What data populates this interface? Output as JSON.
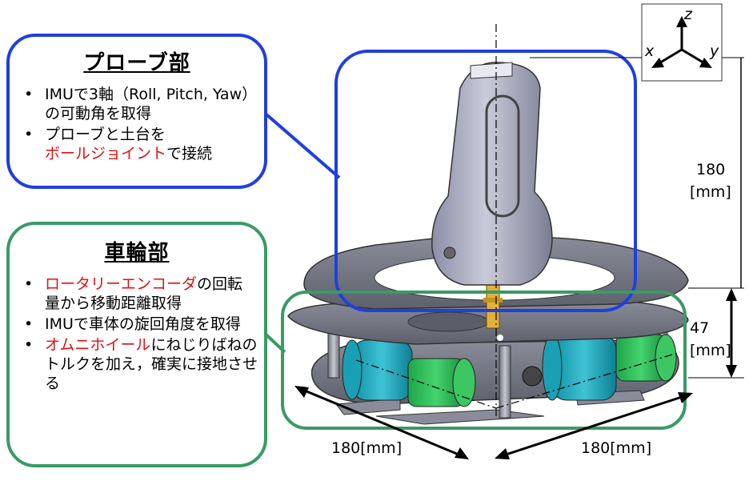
{
  "probe": {
    "title": "プローブ部",
    "bullets": [
      {
        "segments": [
          {
            "text": "IMUで3軸（Roll, Pitch, Yaw）の可動角を取得",
            "red": false
          }
        ]
      },
      {
        "segments": [
          {
            "text": "プローブと土台を",
            "red": false
          },
          {
            "text": "ボールジョイント",
            "red": true
          },
          {
            "text": "で接続",
            "red": false
          }
        ]
      }
    ]
  },
  "wheel": {
    "title": "車輪部",
    "bullets": [
      {
        "segments": [
          {
            "text": "ロータリーエンコーダ",
            "red": true
          },
          {
            "text": "の回転量から移動距離取得",
            "red": false
          }
        ]
      },
      {
        "segments": [
          {
            "text": "IMUで車体の旋回角度を取得",
            "red": false
          }
        ]
      },
      {
        "segments": [
          {
            "text": "オムニホイール",
            "red": true
          },
          {
            "text": "にねじりばねのトルクを加え，確実に接地させる",
            "red": false
          }
        ]
      }
    ]
  },
  "dimensions": {
    "height_total_value": "180",
    "height_total_unit": "[mm]",
    "height_base_value": "47",
    "height_base_unit": "[mm]",
    "width_left": "180[mm]",
    "width_right": "180[mm]"
  },
  "axes": {
    "x": "x",
    "y": "y",
    "z": "z"
  },
  "colors": {
    "probe_border": "#1f3fe0",
    "wheel_border": "#3a9a66",
    "highlight": "#e01010"
  }
}
